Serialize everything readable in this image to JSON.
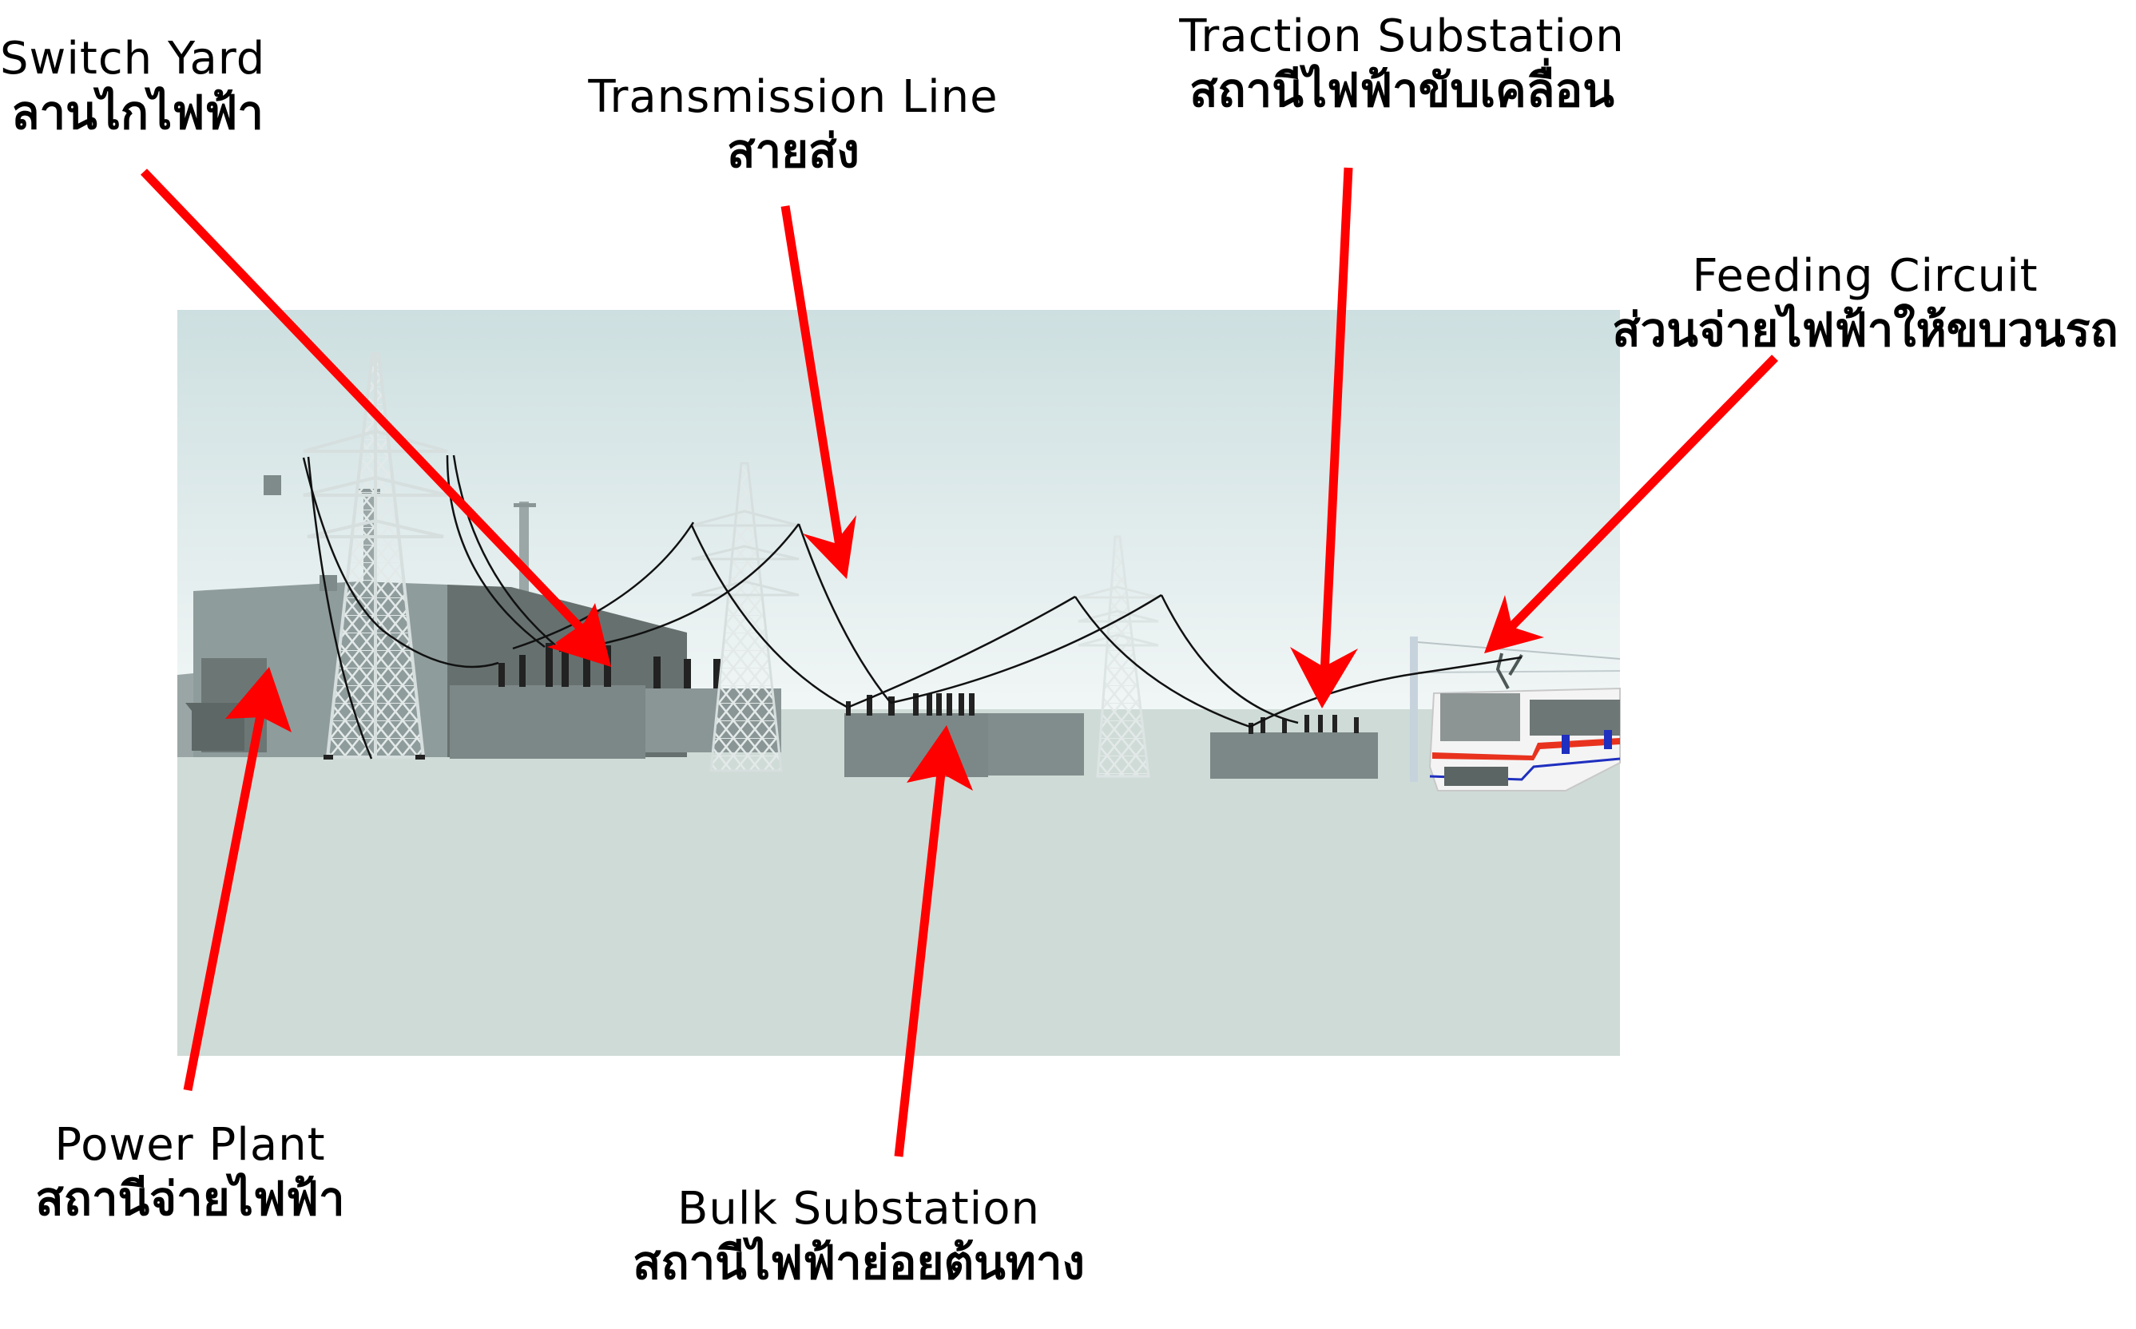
{
  "diagram": {
    "subject": "Railway electric power supply chain",
    "labels": {
      "switch_yard": {
        "en": "Switch Yard",
        "th": "ลานไกไฟฟ้า"
      },
      "transmission_line": {
        "en": "Transmission Line",
        "th": "สายส่ง"
      },
      "traction_substation": {
        "en": "Traction Substation",
        "th": "สถานีไฟฟ้าขับเคลื่อน"
      },
      "feeding_circuit": {
        "en": "Feeding Circuit",
        "th": "ส่วนจ่ายไฟฟ้าให้ขบวนรถ"
      },
      "power_plant": {
        "en": "Power Plant",
        "th": "สถานีจ่ายไฟฟ้า"
      },
      "bulk_substation": {
        "en": "Bulk Substation",
        "th": "สถานีไฟฟ้าย่อยต้นทาง"
      }
    },
    "colors": {
      "arrow": "#ff0000",
      "sky_top": "#cddfe0",
      "sky_horizon": "#f1f6f6",
      "ground": "#cfdbd6",
      "building": "#8e9c9b",
      "building_dark": "#66716f",
      "transformer": "#7c8887",
      "tower": "#c9d3d3",
      "wire": "#111111",
      "train_body": "#f4f4f4",
      "train_stripe_red": "#e8321e",
      "train_stripe_blue": "#1f2fbf"
    }
  }
}
